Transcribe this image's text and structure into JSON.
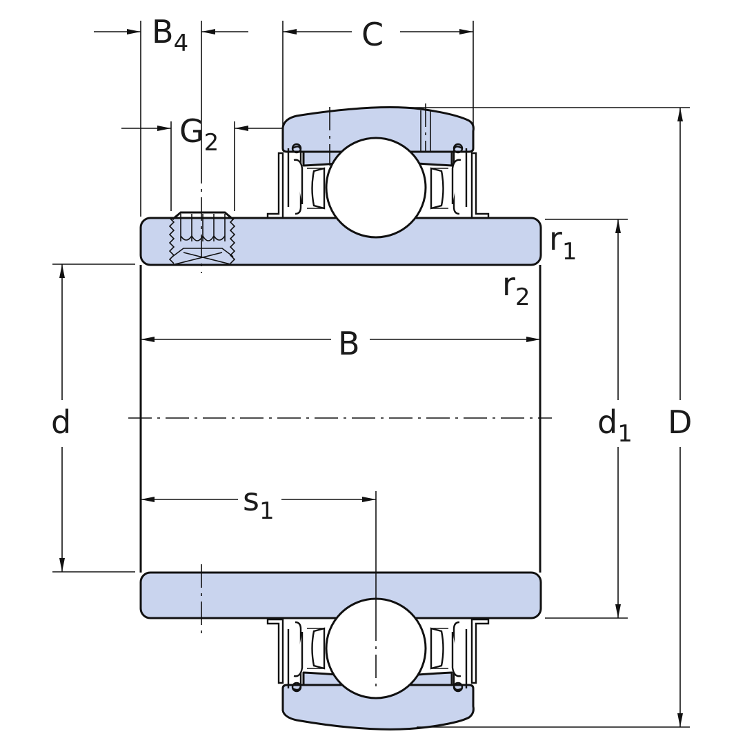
{
  "colors": {
    "ring_fill": "#c9d4ee",
    "line": "#111111"
  },
  "labels": {
    "B4": {
      "main": "B",
      "sub": "4"
    },
    "C": {
      "main": "C"
    },
    "G2": {
      "main": "G",
      "sub": "2"
    },
    "r1": {
      "main": "r",
      "sub": "1"
    },
    "r2": {
      "main": "r",
      "sub": "2"
    },
    "B": {
      "main": "B"
    },
    "d": {
      "main": "d"
    },
    "d1": {
      "main": "d",
      "sub": "1"
    },
    "D": {
      "main": "D"
    },
    "s1": {
      "main": "s",
      "sub": "1"
    }
  }
}
